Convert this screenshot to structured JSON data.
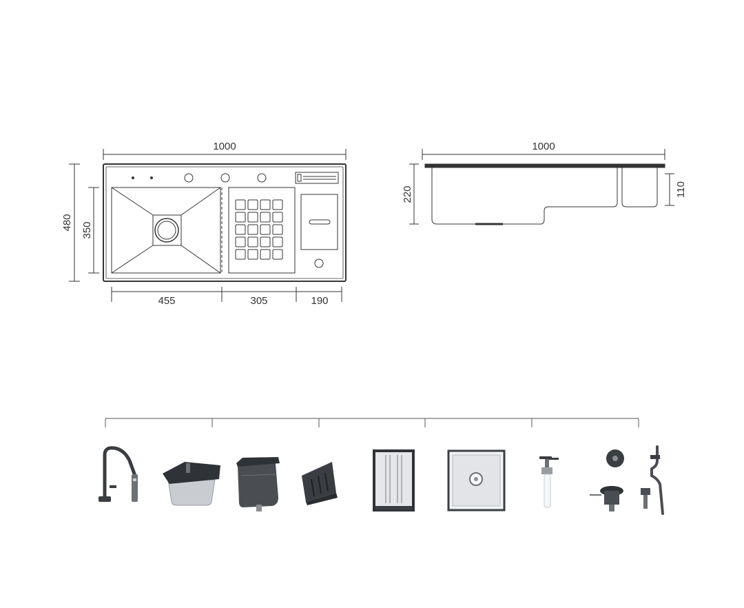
{
  "top_view": {
    "width_label": "1000",
    "height_label": "480",
    "basin_height_label": "350",
    "segment_labels": [
      "455",
      "305",
      "190"
    ]
  },
  "side_view": {
    "width_label": "1000",
    "depth_label": "220",
    "small_depth_label": "110"
  },
  "accessories": {
    "items": [
      {
        "icon": "faucet-icon"
      },
      {
        "icon": "waste-bin-icon"
      },
      {
        "icon": "soap-box-icon"
      },
      {
        "icon": "knife-holder-icon"
      },
      {
        "icon": "cutting-board-icon"
      },
      {
        "icon": "drain-basket-icon"
      },
      {
        "icon": "soap-dispenser-icon"
      },
      {
        "icon": "drain-kit-icon"
      }
    ]
  },
  "colors": {
    "line": "#333333",
    "metal_dark": "#3a3d42",
    "metal_light": "#c9ccd0"
  }
}
